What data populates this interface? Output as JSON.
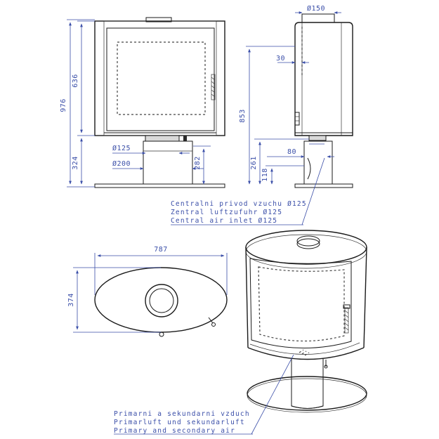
{
  "dimensions": {
    "flue_diameter": "Ø150",
    "height_door": "636",
    "height_total": "976",
    "height_base": "324",
    "height_side_total": "853",
    "offset_30": "30",
    "dia_125": "Ø125",
    "dia_200": "Ø200",
    "height_282": "282",
    "offset_80": "80",
    "height_261": "261",
    "height_118": "118",
    "width_top": "787",
    "depth_top": "374"
  },
  "notes": {
    "central_air": [
      "Centralni privod vzuchu Ø125",
      "Zentral luftzufuhr Ø125",
      "Central air inlet Ø125"
    ],
    "primary_air": [
      "Primarni a sekundarni vzduch",
      "Primarluft und sekundarluft",
      "Primary and secondary air"
    ]
  },
  "colors": {
    "line": "#1a1a1a",
    "dimension": "#3a4ea8"
  }
}
